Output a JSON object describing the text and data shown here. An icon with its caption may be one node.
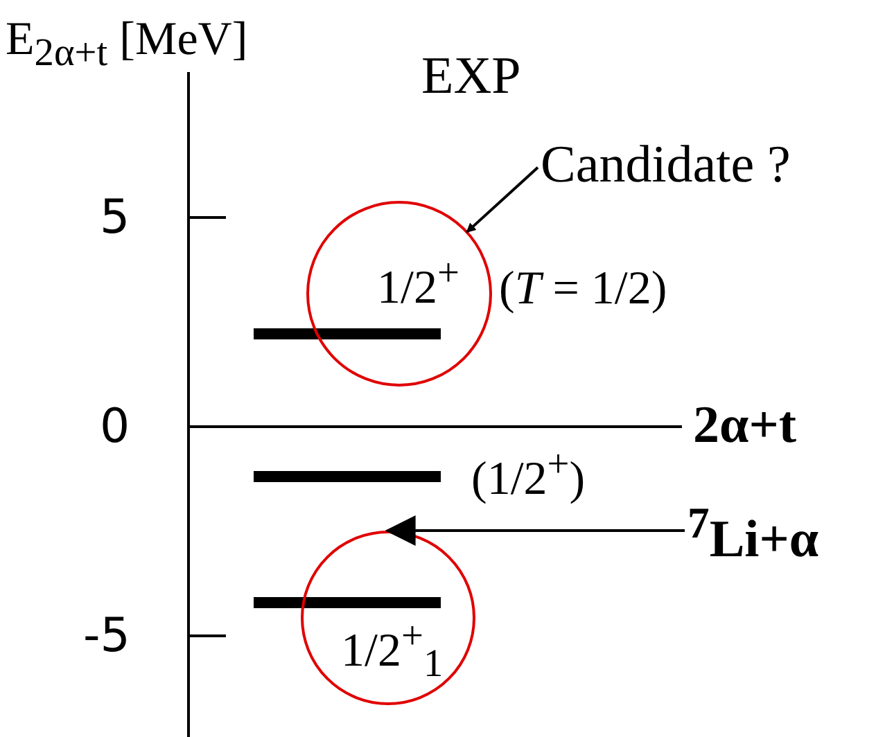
{
  "diagram": {
    "title": "EXP",
    "nodes": [
      {
        "text": [
          "Candidate ?"
        ]
      },
      {
        "text": [
          "1/2$^{+}$"
        ],
        "beside": [
          "(*T* = 1/2)"
        ]
      },
      {
        "text": [
          "$^{7}$Li+α"
        ]
      },
      {
        "text": [
          "1/2$^{+}$$_{1}$"
        ]
      }
    ],
    "edges": [
      {
        "from": 0,
        "to": 1,
        "arrow": "to"
      },
      {
        "from": 2,
        "to": 3,
        "arrow": "to"
      }
    ],
    "labels": [
      "E$_{2α+t}$ [MeV]",
      "5",
      "0",
      "-5",
      "2α+t",
      "(1/2$^{+}$)"
    ]
  }
}
